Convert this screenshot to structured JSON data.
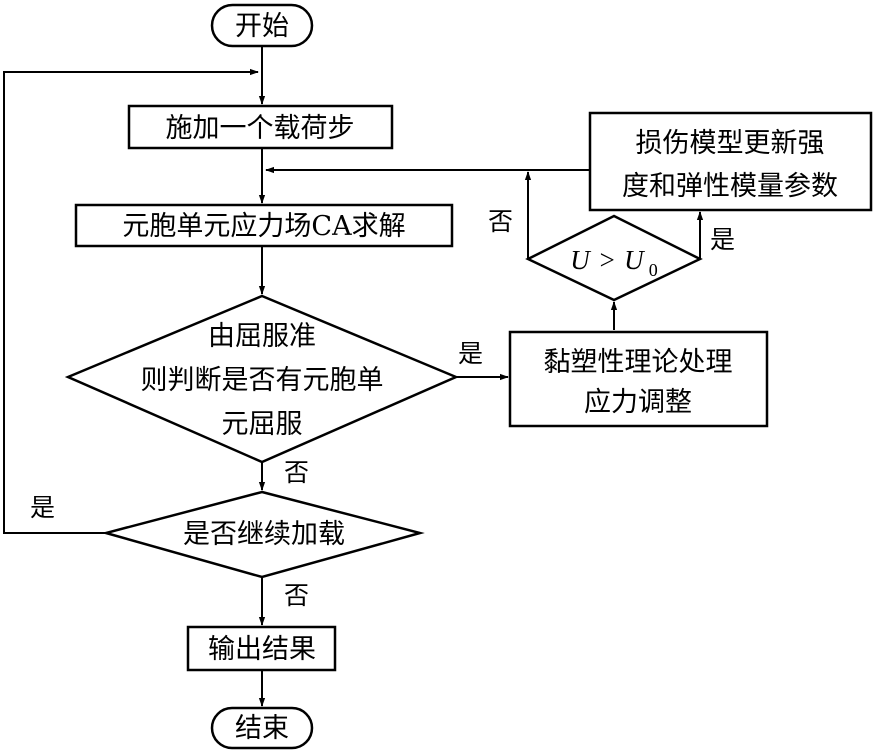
{
  "nodes": {
    "start": "开始",
    "apply_load": "施加一个载荷步",
    "solve": "元胞单元应力场CA求解",
    "yield_check": [
      "由屈服准",
      "则判断是否有元胞单",
      "元屈服"
    ],
    "continue_check": "是否继续加载",
    "output": "输出结果",
    "end": "结束",
    "viscoplastic": [
      "黏塑性理论处理",
      "应力调整"
    ],
    "damage_update": [
      "损伤模型更新强",
      "度和弹性模量参数"
    ],
    "energy_check": {
      "lhs": "U",
      "op": ">",
      "rhs": "U",
      "sub": "0"
    }
  },
  "edge_labels": {
    "yield_yes": "是",
    "yield_no": "否",
    "continue_yes": "是",
    "continue_no": "否",
    "energy_yes": "是",
    "energy_no": "否"
  }
}
